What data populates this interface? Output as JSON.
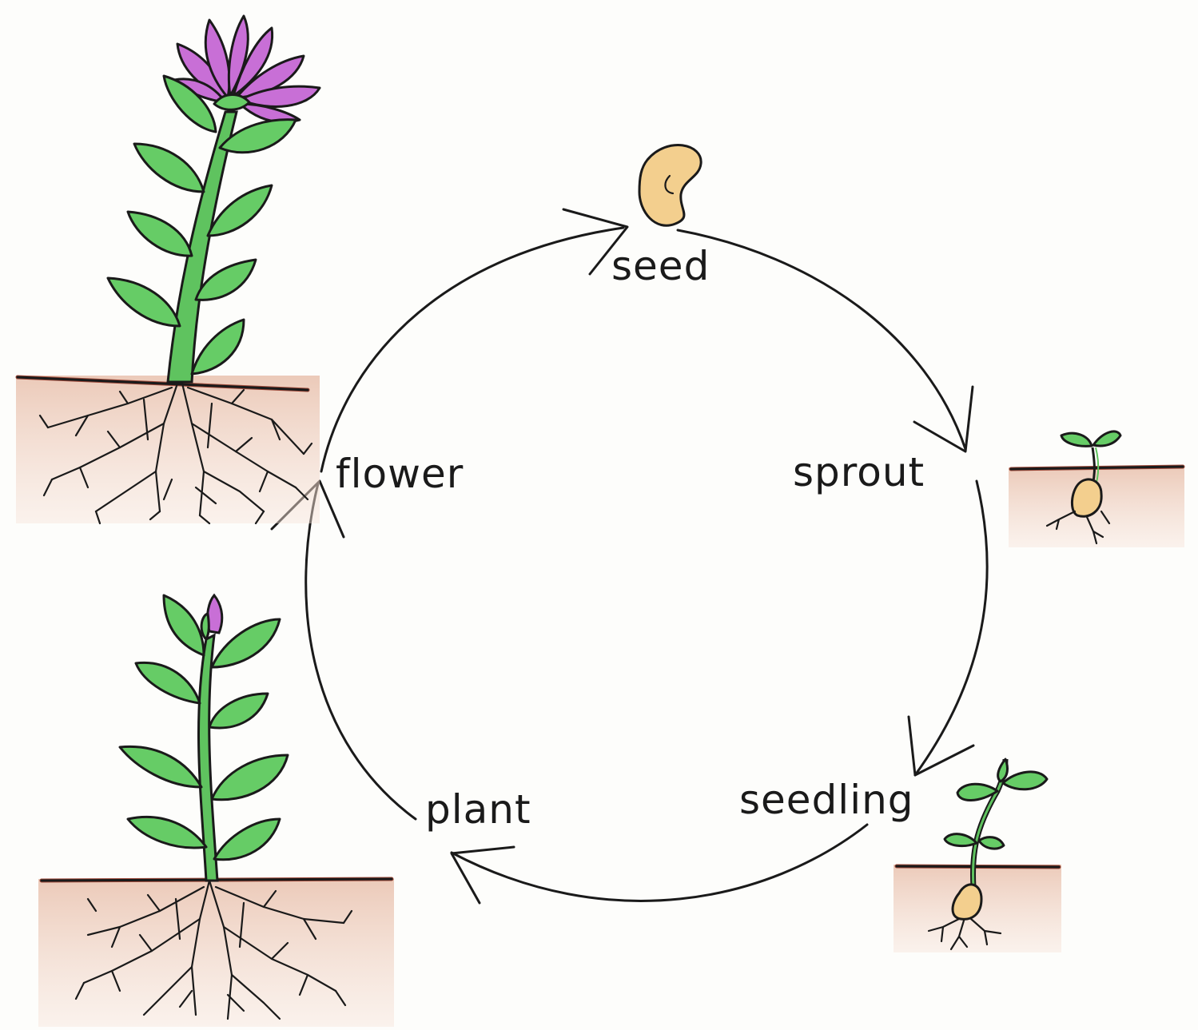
{
  "stages": {
    "seed": "seed",
    "sprout": "sprout",
    "seedling": "seedling",
    "plant": "plant",
    "flower": "flower"
  },
  "colors": {
    "ink": "#1a1a1a",
    "leaf": "#66cc66",
    "petal": "#c86fd6",
    "bean": "#f3cf8e",
    "soil": "#e9c3b0",
    "soil_line": "#9e4a3a"
  },
  "icons": [
    "bean-seed-icon",
    "sprout-icon",
    "seedling-icon",
    "plant-icon",
    "flower-icon"
  ]
}
